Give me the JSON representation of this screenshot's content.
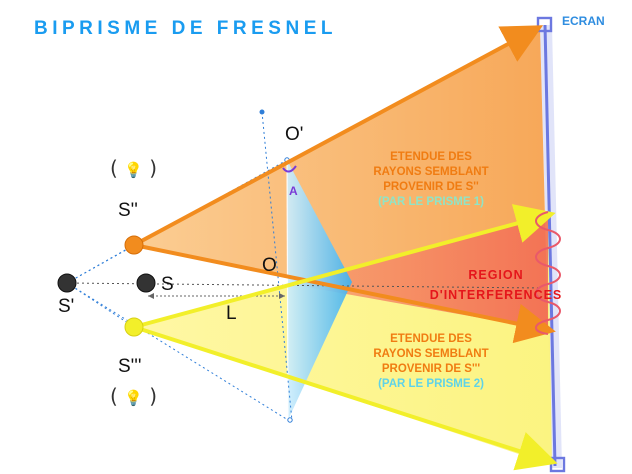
{
  "title": "BIPRISME DE FRESNEL",
  "screen_label": "ECRAN",
  "points": {
    "o_prime": "O'",
    "o": "O",
    "s": "S",
    "s_prime": "S'",
    "s_double": "S''",
    "s_triple": "S'''",
    "angle": "A",
    "distance": "L"
  },
  "zones": {
    "upper": {
      "line1": "ETENDUE DES",
      "line2": "RAYONS SEMBLANT",
      "line3": "PROVENIR DE S''",
      "line4": "(PAR LE PRISME 1)"
    },
    "lower": {
      "line1": "ETENDUE DES",
      "line2": "RAYONS SEMBLANT",
      "line3": "PROVENIR DE S'''",
      "line4": "(PAR LE PRISME 2)"
    },
    "interference": {
      "line1": "REGION",
      "line2": "D'INTERFERENCES"
    }
  },
  "colors": {
    "orange": "#f28c1e",
    "yellow": "#f2ef2a",
    "prism": "#4fb8ee",
    "screen": "#6c78e0",
    "title": "#1a9cf0",
    "interference": "#e5161b"
  }
}
